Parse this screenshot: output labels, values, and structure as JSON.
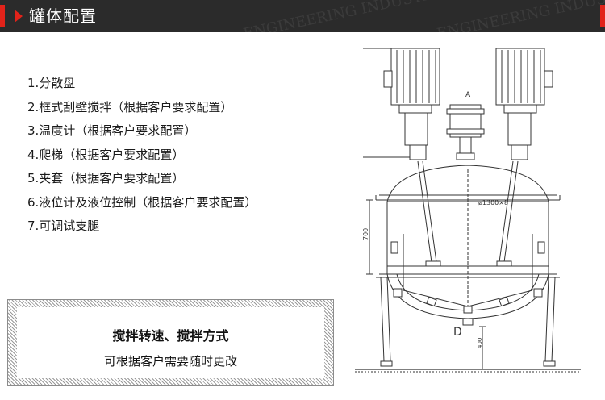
{
  "header": {
    "title": "罐体配置",
    "watermark": "ENGINEERING INDUSTRY"
  },
  "features": [
    "1.分散盘",
    "2.框式刮壁搅拌（根据客户要求配置）",
    "3.温度计（根据客户要求配置）",
    "4.爬梯（根据客户要求配置）",
    "5.夹套（根据客户要求配置）",
    "6.液位计及液位控制（根据客户要求配置）",
    "7.可调试支腿"
  ],
  "note": {
    "line1": "搅拌转速、搅拌方式",
    "line2": "可根据客户需要随时更改"
  },
  "drawing": {
    "label_a": "A",
    "label_d": "D",
    "diameter": "ø1300×8",
    "height_dim": "700",
    "leg_dim": "400"
  },
  "colors": {
    "header_bg": "#2b2b2b",
    "accent": "#e2231a",
    "line": "#333333"
  }
}
